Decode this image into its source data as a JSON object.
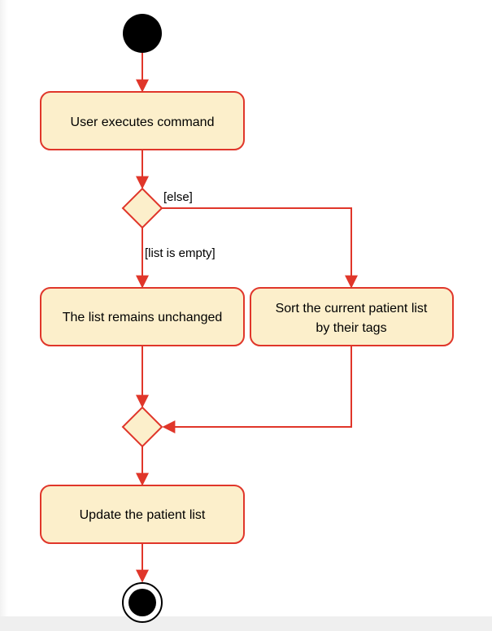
{
  "diagram": {
    "colors": {
      "stroke": "#e0362a",
      "fill": "#fcefcb",
      "node_dot": "#000000"
    },
    "nodes": {
      "user_executes": "User executes command",
      "list_unchanged": "The list remains unchanged",
      "sort_line1": "Sort the current patient list",
      "sort_line2": "by their tags",
      "update_list": "Update the patient list"
    },
    "guards": {
      "else": "[else]",
      "list_empty": "[list is empty]"
    }
  }
}
